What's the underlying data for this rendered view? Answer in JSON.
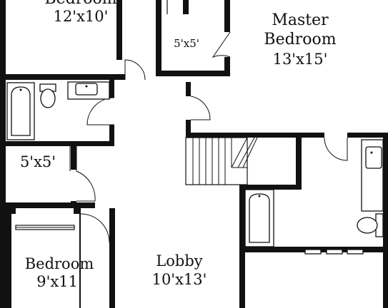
{
  "rooms": [
    {
      "id": "bedroom-top",
      "name": "Bedroom",
      "size": "12'x10'"
    },
    {
      "id": "closet",
      "name": "",
      "size": "5'x5'"
    },
    {
      "id": "master",
      "name_line1": "Master",
      "name_line2": "Bedroom",
      "size": "13'x15'"
    },
    {
      "id": "storage",
      "name": "",
      "size": "5'x5'"
    },
    {
      "id": "bedroom-bottom",
      "name": "Bedroom",
      "size": "9'x11'"
    },
    {
      "id": "lobby",
      "name": "Lobby",
      "size": "10'x13'"
    }
  ],
  "colors": {
    "wall": "#111111",
    "background": "#ffffff"
  },
  "icons": [
    "bathtub-icon",
    "toilet-icon",
    "sink-icon",
    "stairs-icon",
    "door-swing-icon",
    "window-icon"
  ]
}
